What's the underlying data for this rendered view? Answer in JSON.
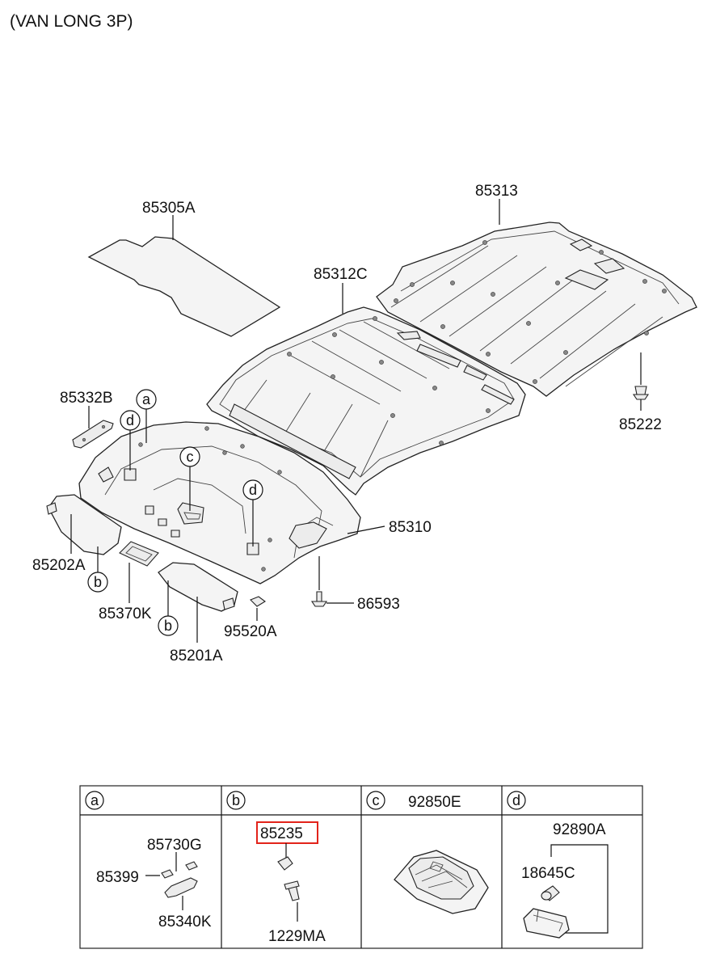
{
  "header": {
    "title": "(VAN LONG 3P)"
  },
  "callouts": {
    "p85305A": "85305A",
    "p85313": "85313",
    "p85312C": "85312C",
    "p85332B": "85332B",
    "p85222": "85222",
    "p85310": "85310",
    "p85202A": "85202A",
    "p85370K": "85370K",
    "p86593": "86593",
    "p95520A": "95520A",
    "p85201A": "85201A"
  },
  "markers": {
    "a": "a",
    "b": "b",
    "c": "c",
    "d": "d"
  },
  "detail_table": {
    "cells": [
      {
        "key": "a",
        "header": "",
        "parts": [
          "85730G",
          "85399",
          "85340K"
        ]
      },
      {
        "key": "b",
        "header": "",
        "parts": [
          "85235",
          "1229MA"
        ],
        "highlighted": "85235"
      },
      {
        "key": "c",
        "header": "92850E",
        "parts": []
      },
      {
        "key": "d",
        "header": "",
        "parts": [
          "92890A",
          "18645C"
        ]
      }
    ]
  },
  "colors": {
    "highlight": "#e2231a",
    "line": "#222222"
  }
}
